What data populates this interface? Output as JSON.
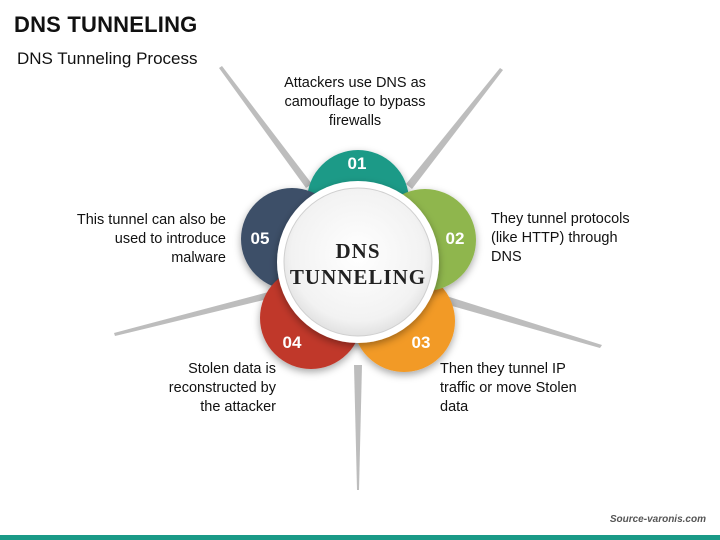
{
  "title": "DNS TUNNELING",
  "subtitle": "DNS Tunneling Process",
  "center": {
    "line1": "DNS",
    "line2": "TUNNELING"
  },
  "steps": [
    {
      "number": "01",
      "text": "Attackers use DNS as camouflage to bypass firewalls",
      "color": "#1a9a87"
    },
    {
      "number": "02",
      "text": "They tunnel protocols (like HTTP) through DNS",
      "color": "#8fb64d"
    },
    {
      "number": "03",
      "text": "Then they tunnel IP traffic or move Stolen data",
      "color": "#f29a27"
    },
    {
      "number": "04",
      "text": "Stolen data is reconstructed by the attacker",
      "color": "#c0392b"
    },
    {
      "number": "05",
      "text": "This tunnel can also be used to introduce malware",
      "color": "#3e5068"
    }
  ],
  "source": "Source-varonis.com"
}
